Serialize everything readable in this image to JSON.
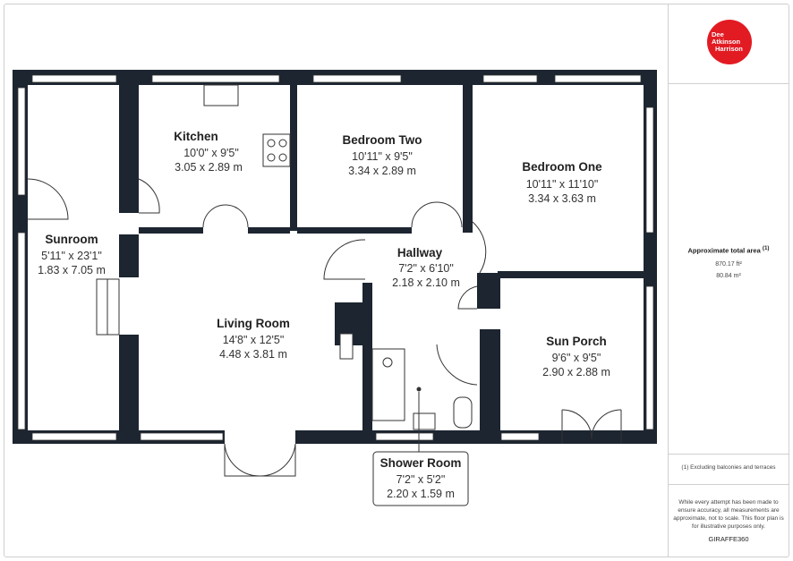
{
  "brand": {
    "logo_line1": "Dee",
    "logo_line2": "Atkinson",
    "logo_line3": "Harrison",
    "color": "#e21b23",
    "credit": "GIRAFFE360"
  },
  "area": {
    "title": "Approximate total area",
    "footnote_mark": "(1)",
    "sqft": "870.17 ft²",
    "sqm": "80.84 m²"
  },
  "footnote": "(1) Excluding balconies and terraces",
  "disclaimer": "While every attempt has been made to ensure accuracy, all measurements are approximate, not to scale. This floor plan is for illustrative purposes only.",
  "colors": {
    "wall": "#1c2530",
    "window": "#ffffff",
    "line": "#333333"
  },
  "rooms": [
    {
      "name": "Kitchen",
      "imperial": "10'0\" x 9'5\"",
      "metric": "3.05 x 2.89 m"
    },
    {
      "name": "Bedroom Two",
      "imperial": "10'11\" x 9'5\"",
      "metric": "3.34 x 2.89 m"
    },
    {
      "name": "Bedroom One",
      "imperial": "10'11\" x 11'10\"",
      "metric": "3.34 x 3.63 m"
    },
    {
      "name": "Sunroom",
      "imperial": "5'11\" x 23'1\"",
      "metric": "1.83 x 7.05 m"
    },
    {
      "name": "Hallway",
      "imperial": "7'2\" x 6'10\"",
      "metric": "2.18 x 2.10 m"
    },
    {
      "name": "Living Room",
      "imperial": "14'8\" x 12'5\"",
      "metric": "4.48 x 3.81 m"
    },
    {
      "name": "Sun Porch",
      "imperial": "9'6\" x 9'5\"",
      "metric": "2.90 x 2.88 m"
    },
    {
      "name": "Shower Room",
      "imperial": "7'2\" x 5'2\"",
      "metric": "2.20 x 1.59 m"
    }
  ]
}
